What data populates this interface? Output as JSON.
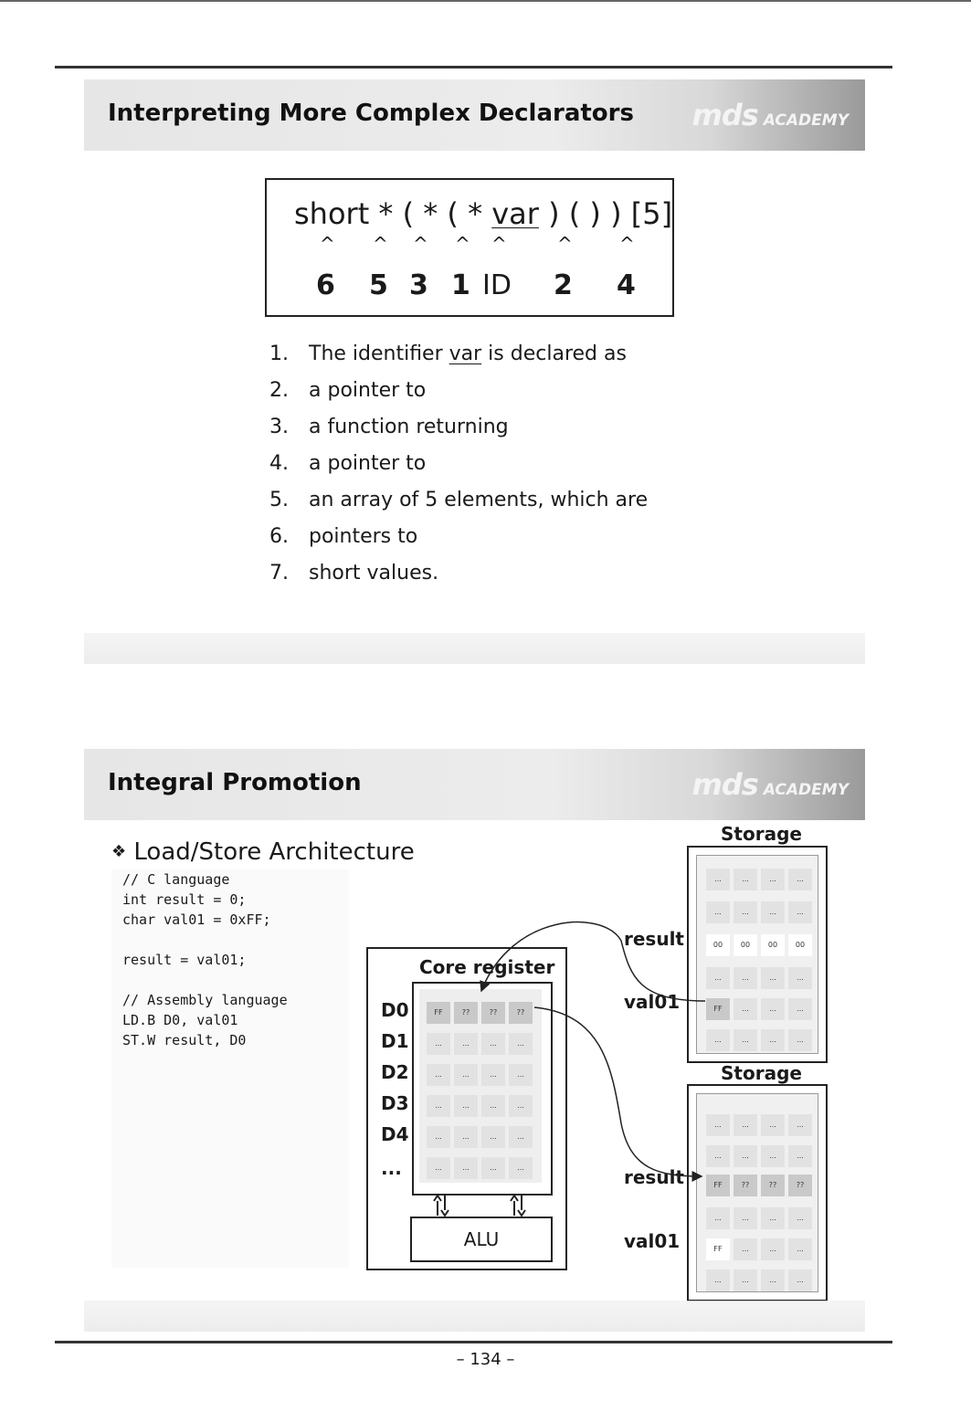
{
  "section1": {
    "title": "Interpreting More Complex Declarators",
    "logo_main": "mds",
    "logo_sub": "ACADEMY",
    "declaration": {
      "pre": "short * ( * ( * ",
      "identifier": "var",
      "post": " ) ( ) ) [5]",
      "carets": [
        "^",
        "^",
        "^",
        "^",
        "^",
        "^",
        "^"
      ],
      "order": [
        "6",
        "5",
        "3",
        "1",
        "ID",
        "2",
        "4"
      ]
    },
    "list": [
      {
        "n": "1.",
        "pre": "The identifier ",
        "ident": "var",
        "post": " is declared as"
      },
      {
        "n": "2.",
        "text": "a pointer to"
      },
      {
        "n": "3.",
        "text": "a function returning"
      },
      {
        "n": "4.",
        "text": "a pointer to"
      },
      {
        "n": "5.",
        "text": "an array of 5 elements, which are"
      },
      {
        "n": "6.",
        "text": "pointers to"
      },
      {
        "n": "7.",
        "text": "short values."
      }
    ]
  },
  "section2": {
    "title": "Integral Promotion",
    "logo_main": "mds",
    "logo_sub": "ACADEMY",
    "bullet": "❖",
    "heading": "Load/Store Architecture",
    "code": [
      "// C language",
      "int result = 0;",
      "char val01 = 0xFF;",
      "",
      "result = val01;",
      "",
      "// Assembly language",
      "LD.B D0, val01",
      "ST.W result, D0"
    ],
    "core": {
      "title": "Core register",
      "registers": [
        "D0",
        "D1",
        "D2",
        "D3",
        "D4",
        "..."
      ],
      "d0_cells": [
        "FF",
        "??",
        "??",
        "??"
      ],
      "empty_cell": "...",
      "alu": "ALU"
    },
    "storage_top": {
      "label": "Storage",
      "result_label": "result",
      "val_label": "val01",
      "result_cells": [
        "00",
        "00",
        "00",
        "00"
      ],
      "val_cell": "FF",
      "empty_cell": "..."
    },
    "storage_bottom": {
      "label": "Storage",
      "result_label": "result",
      "val_label": "val01",
      "result_cells": [
        "FF",
        "??",
        "??",
        "??"
      ],
      "val_cell": "FF",
      "empty_cell": "..."
    }
  },
  "footer": {
    "page": "– 134 –"
  }
}
